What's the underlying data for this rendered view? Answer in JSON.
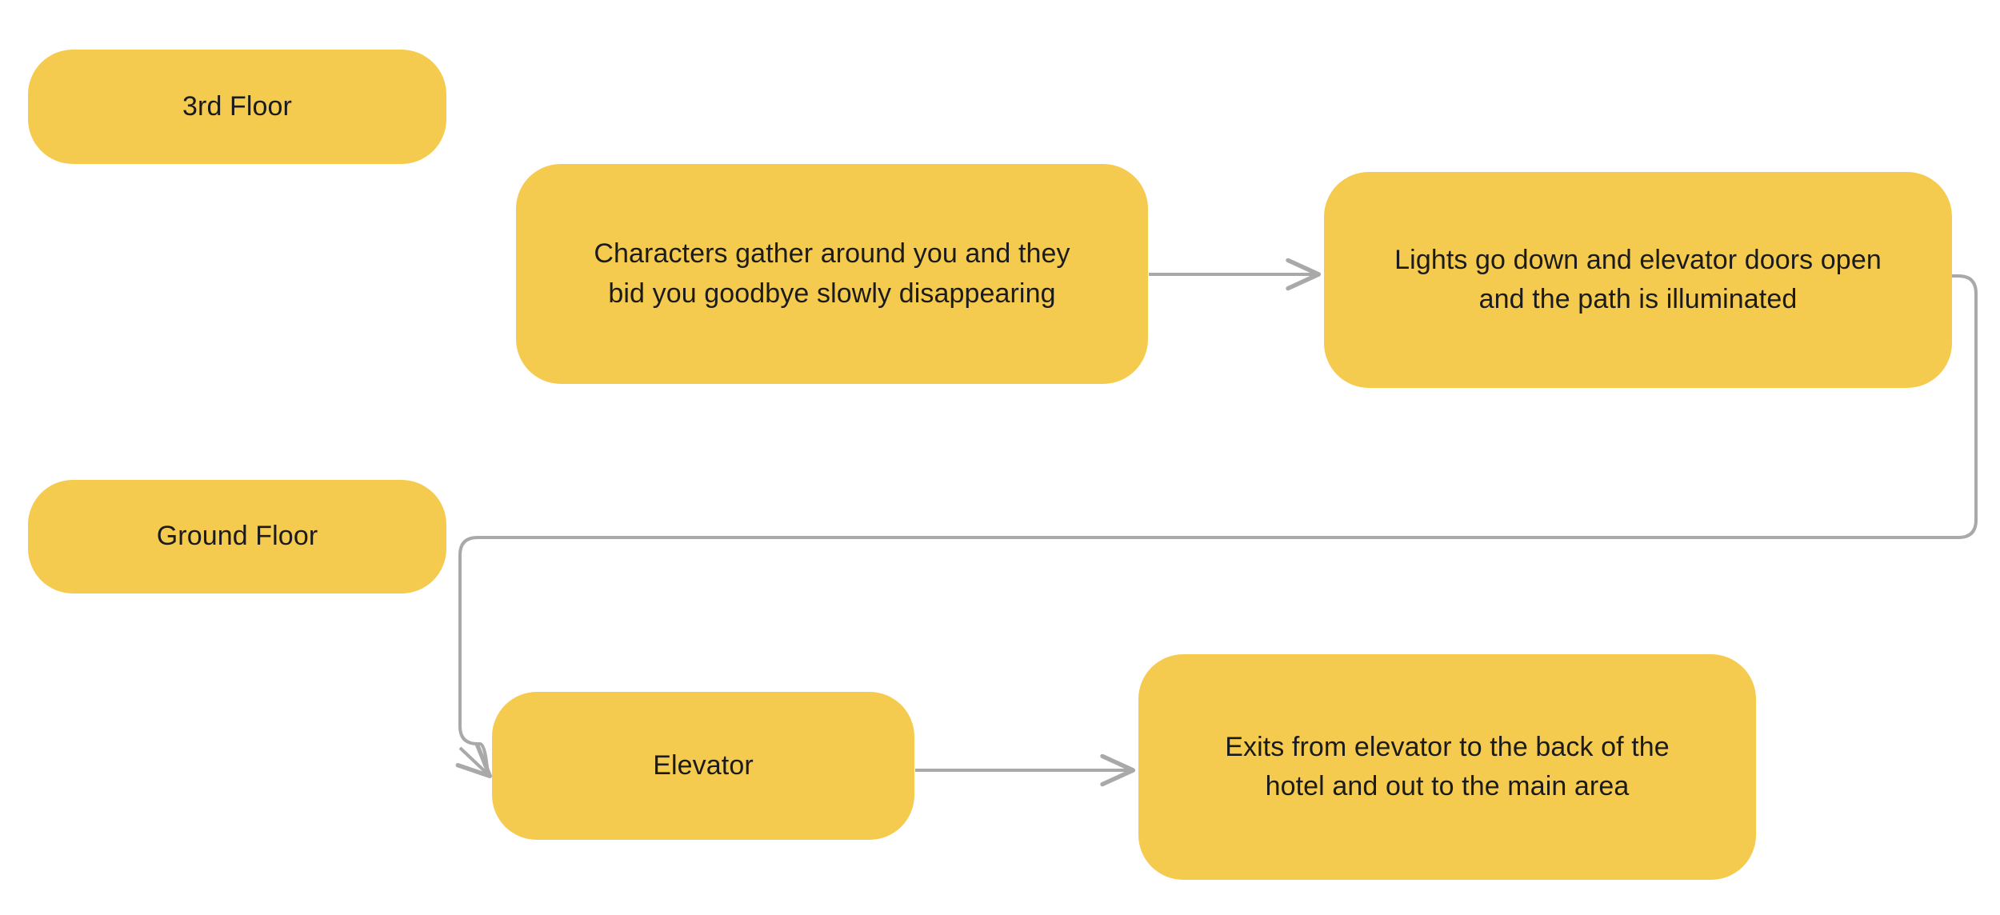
{
  "diagram": {
    "title": "Hotel experience ending flow",
    "background_color": "#ffffff",
    "node_fill_color": "#F5CB4F",
    "node_text_color": "#1b1b1b",
    "edge_color": "#a9a9a9"
  },
  "nodes": {
    "third_floor": "3rd Floor",
    "characters": "Characters gather around you and they bid you goodbye slowly disappearing",
    "lights": "Lights go down and elevator doors open and the path is illuminated",
    "ground_floor": "Ground Floor",
    "elevator": "Elevator",
    "exits": "Exits from elevator to the back of the hotel and out to the main area"
  },
  "edges": [
    {
      "id": "characters-to-lights",
      "from": "characters",
      "to": "lights",
      "label": "",
      "style": "straight-arrow"
    },
    {
      "id": "lights-to-elevator",
      "from": "lights",
      "to": "elevator",
      "label": "",
      "style": "elbow-arrow"
    },
    {
      "id": "elevator-to-exits",
      "from": "elevator",
      "to": "exits",
      "label": "",
      "style": "straight-arrow"
    }
  ]
}
